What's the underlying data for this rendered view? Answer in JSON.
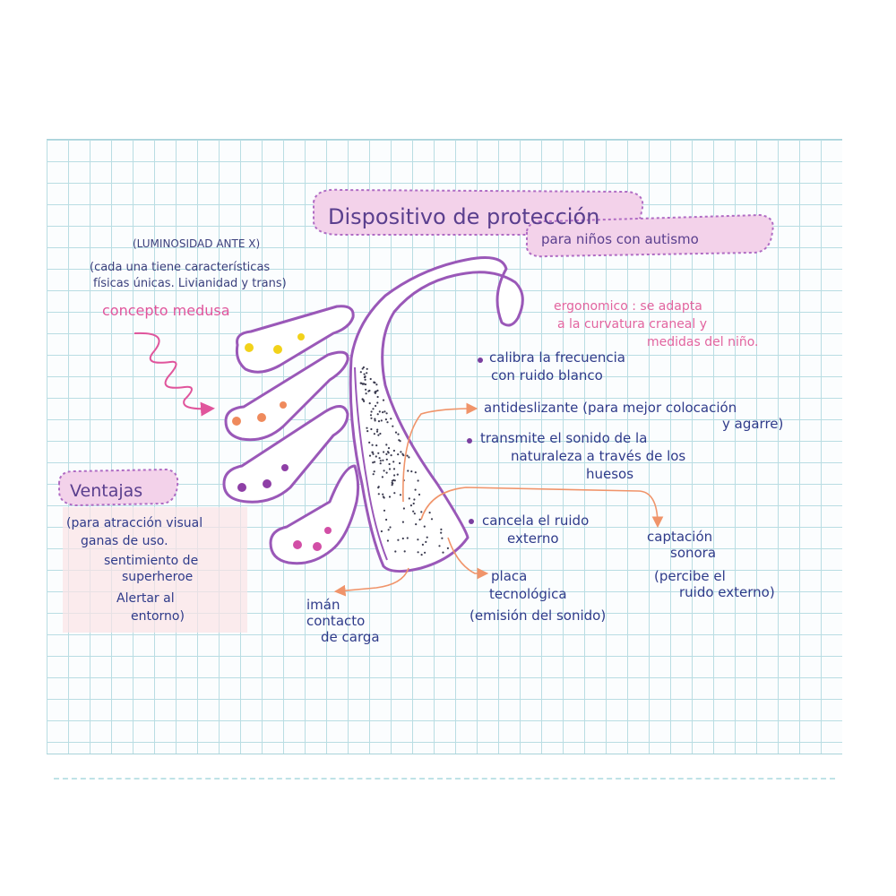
{
  "title": "Dispositivo de protección",
  "subtitle": "para niños con autismo",
  "notes": {
    "luminosidad": "(LUMINOSIDAD ANTE X)",
    "cada_una_1": "(cada una tiene características",
    "cada_una_2": "físicas únicas. Livianidad y trans)",
    "concepto": "concepto medusa",
    "ergonomico_1": "ergonomico : se adapta",
    "ergonomico_2": "a la curvatura craneal y",
    "ergonomico_3": "medidas del niño."
  },
  "annotations": {
    "calibra_1": "calibra la frecuencia",
    "calibra_2": "con ruido blanco",
    "antideslizante_1": "antideslizante (para mejor colocación",
    "antideslizante_2": "y agarre)",
    "transmite_1": "transmite el sonido de la",
    "transmite_2": "naturaleza a través de los",
    "transmite_3": "huesos",
    "cancela_1": "cancela el ruido",
    "cancela_2": "externo",
    "captacion_1": "captación",
    "captacion_2": "sonora",
    "percibe_1": "(percibe el",
    "percibe_2": "ruido externo)",
    "placa_1": "placa",
    "placa_2": "tecnológica",
    "emision": "(emisión del sonido)",
    "iman_1": "imán",
    "iman_2": "contacto",
    "iman_3": "de carga"
  },
  "ventajas": {
    "heading": "Ventajas",
    "line_1": "(para atracción visual",
    "line_2": "ganas de uso.",
    "line_3": "sentimiento de",
    "line_4": "superheroe",
    "line_5": "Alertar al",
    "line_6": "entorno)"
  },
  "colors": {
    "ink": "#2f3b8a",
    "purple": "#9a58b8",
    "pink": "#e0559c",
    "highlight": "#f3d2ea",
    "arrow": "#f0946a",
    "grid": "#b9dde3",
    "dot_yellow": "#f2d21a",
    "dot_orange": "#ef8a5c",
    "dot_purple": "#8e3fa6",
    "dot_magenta": "#d24ea6"
  }
}
